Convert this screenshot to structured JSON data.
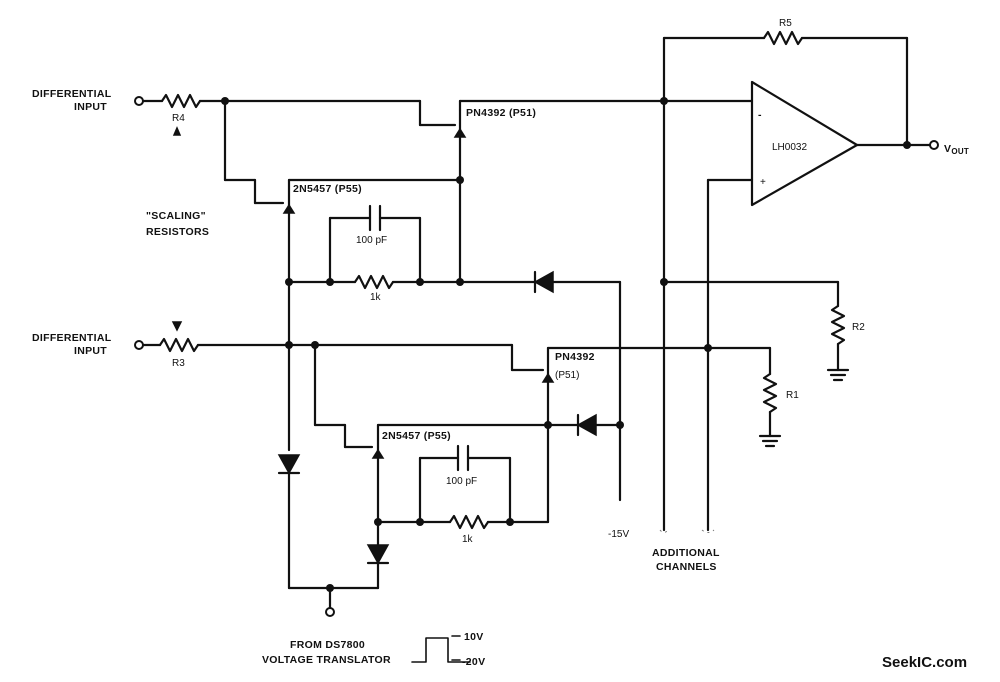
{
  "labels": {
    "in1_line1": "DIFFERENTIAL",
    "in1_line2": "INPUT",
    "in2_line1": "DIFFERENTIAL",
    "in2_line2": "INPUT",
    "r4": "R4",
    "r3": "R3",
    "r5": "R5",
    "r2": "R2",
    "r1": "R1",
    "scaling_line1": "\"SCALING\"",
    "scaling_line2": "RESISTORS",
    "q1": "PN4392 (P51)",
    "q2": "2N5457 (P55)",
    "q3_line1": "PN4392",
    "q3_line2": "(P51)",
    "q4": "2N5457 (P55)",
    "c1": "100 pF",
    "c2": "100 pF",
    "res1k_a": "1k",
    "res1k_b": "1k",
    "opamp": "LH0032",
    "vout": "V",
    "vout_sub": "OUT",
    "minus": "-",
    "plus": "+",
    "neg15": "-15V",
    "additional_line1": "ADDITIONAL",
    "additional_line2": "CHANNELS",
    "from_line1": "FROM DS7800",
    "from_line2": "VOLTAGE TRANSLATOR",
    "pulse_high": "10V",
    "pulse_low": "-20V",
    "watermark": "SeekIC.com"
  }
}
